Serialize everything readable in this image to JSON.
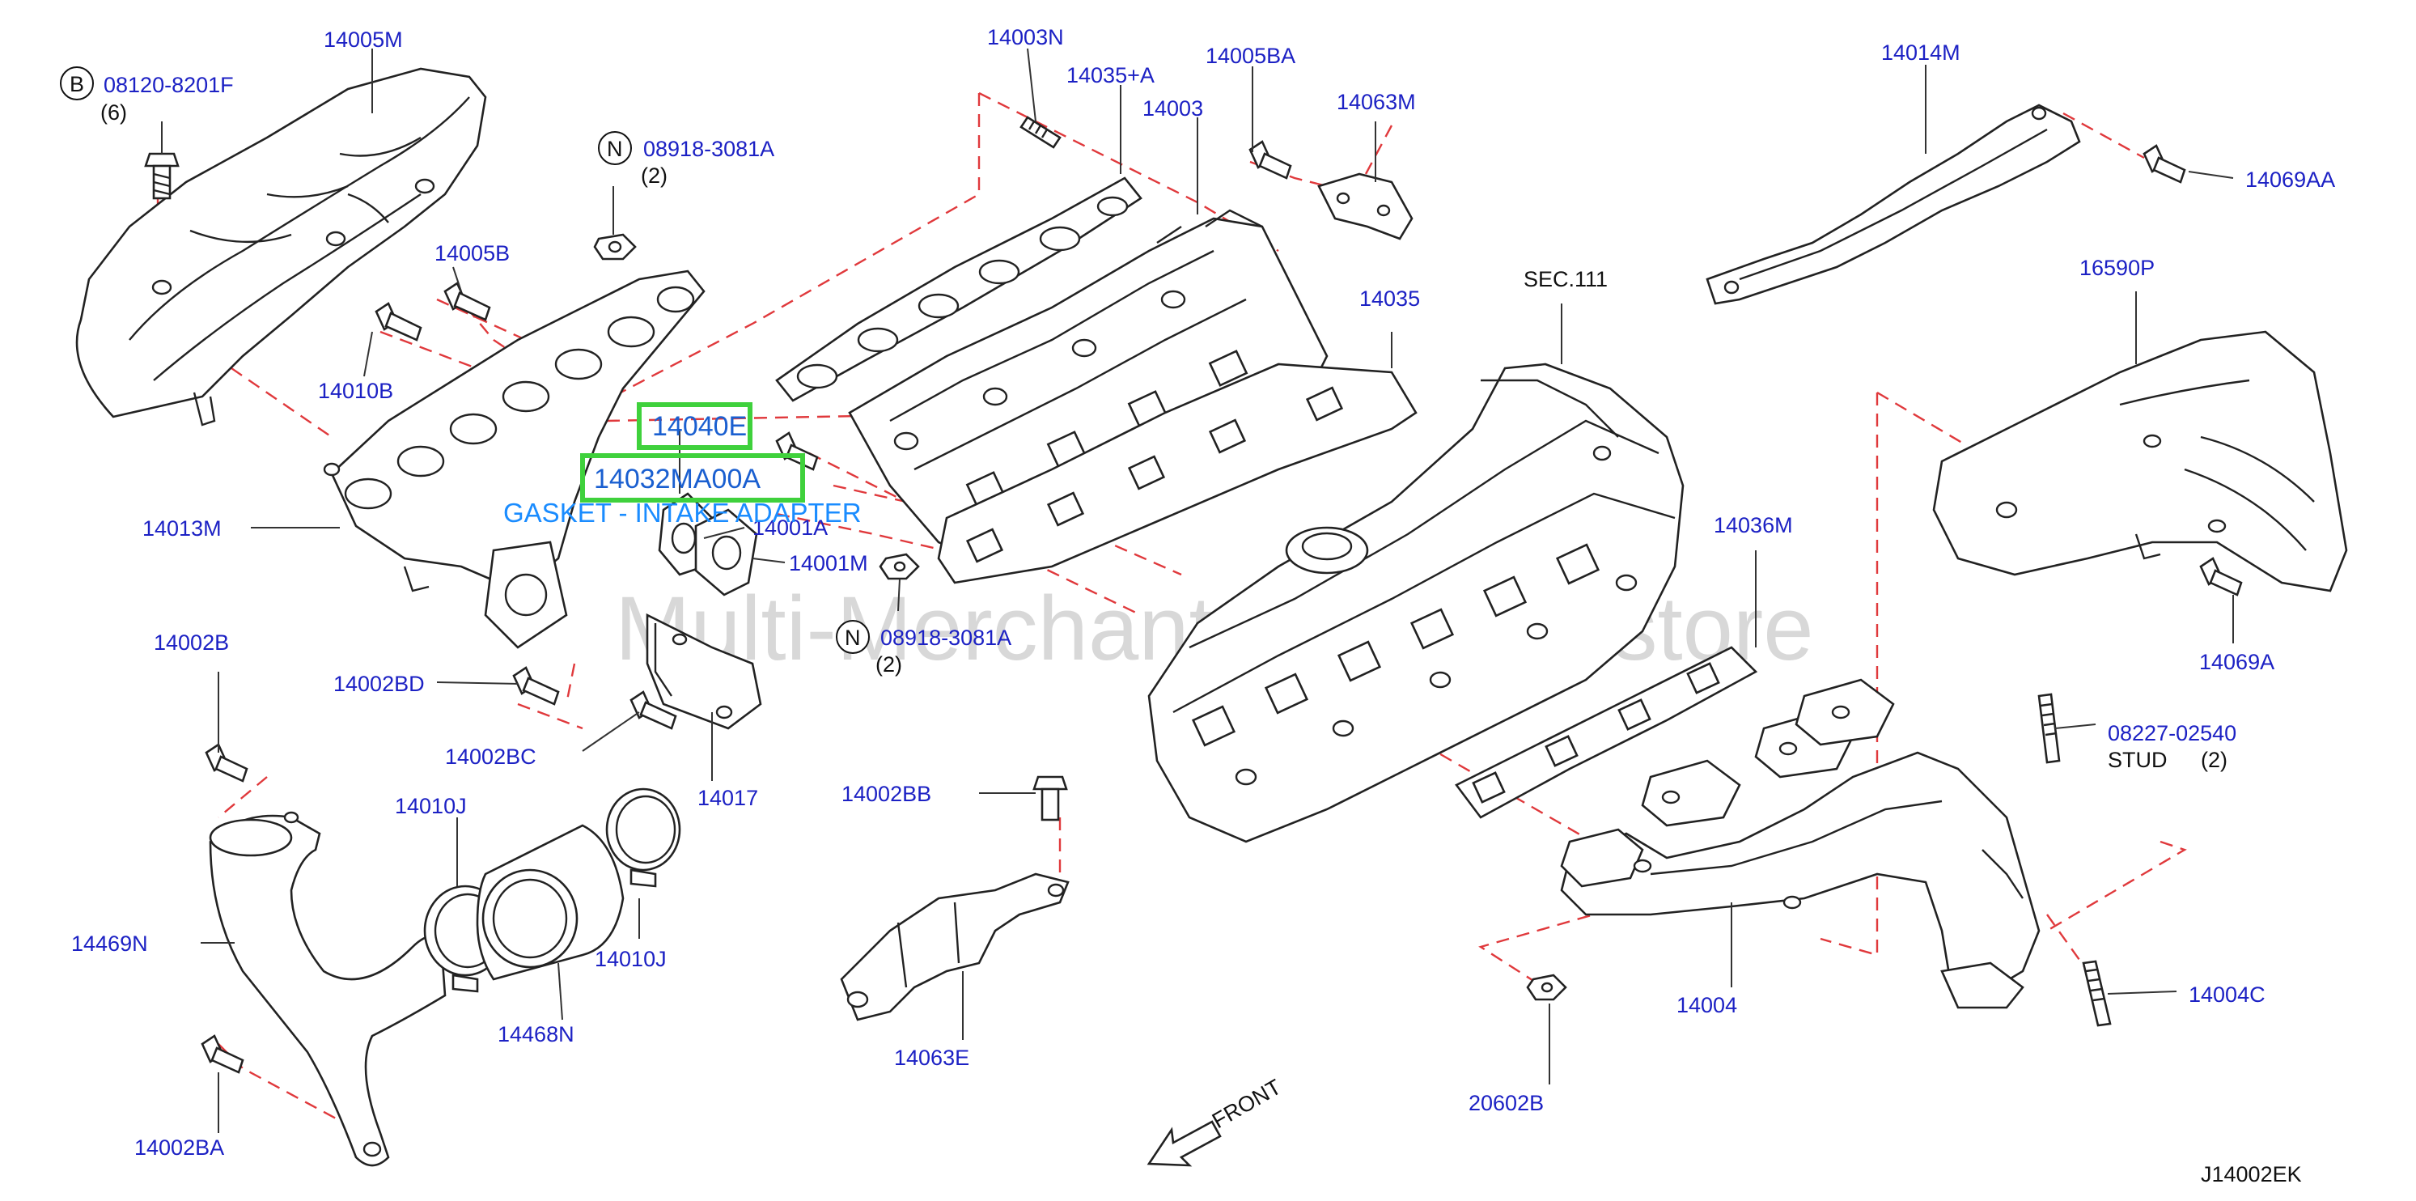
{
  "watermark": "Multi-Merchant Auto Partstore",
  "highlight": {
    "part_a": "14040E",
    "part_b": "14032MA00A",
    "description": "GASKET - INTAKE ADAPTER"
  },
  "diagram_code": "J14002EK",
  "front_label": "FRONT",
  "callouts": {
    "c14005M": "14005M",
    "cB": "B",
    "c08120": "08120-8201F",
    "c08120_qty": "(6)",
    "cN1": "N",
    "c08918a": "08918-3081A",
    "c08918a_qty": "(2)",
    "c14005B": "14005B",
    "c14010B": "14010B",
    "c14013M": "14013M",
    "c14003N": "14003N",
    "c14035A": "14035+A",
    "c14003": "14003",
    "c14005BA": "14005BA",
    "c14063M": "14063M",
    "c14035": "14035",
    "cSEC": "SEC.111",
    "c14014M": "14014M",
    "c14069AA": "14069AA",
    "c16590P": "16590P",
    "c14069A": "14069A",
    "c14036M": "14036M",
    "c14001A": "14001A",
    "c14001M": "14001M",
    "cN2": "N",
    "c08918b": "08918-3081A",
    "c08918b_qty": "(2)",
    "c14002B": "14002B",
    "c14002BD": "14002BD",
    "c14002BC": "14002BC",
    "c14017": "14017",
    "c14002BB": "14002BB",
    "c14010J_1": "14010J",
    "c14010J_2": "14010J",
    "c14469N": "14469N",
    "c14468N": "14468N",
    "c14002BA": "14002BA",
    "c14063E": "14063E",
    "c08227": "08227-02540",
    "c08227_stud": "STUD",
    "c08227_qty": "(2)",
    "c14004": "14004",
    "c14004C": "14004C",
    "c20602B": "20602B"
  }
}
